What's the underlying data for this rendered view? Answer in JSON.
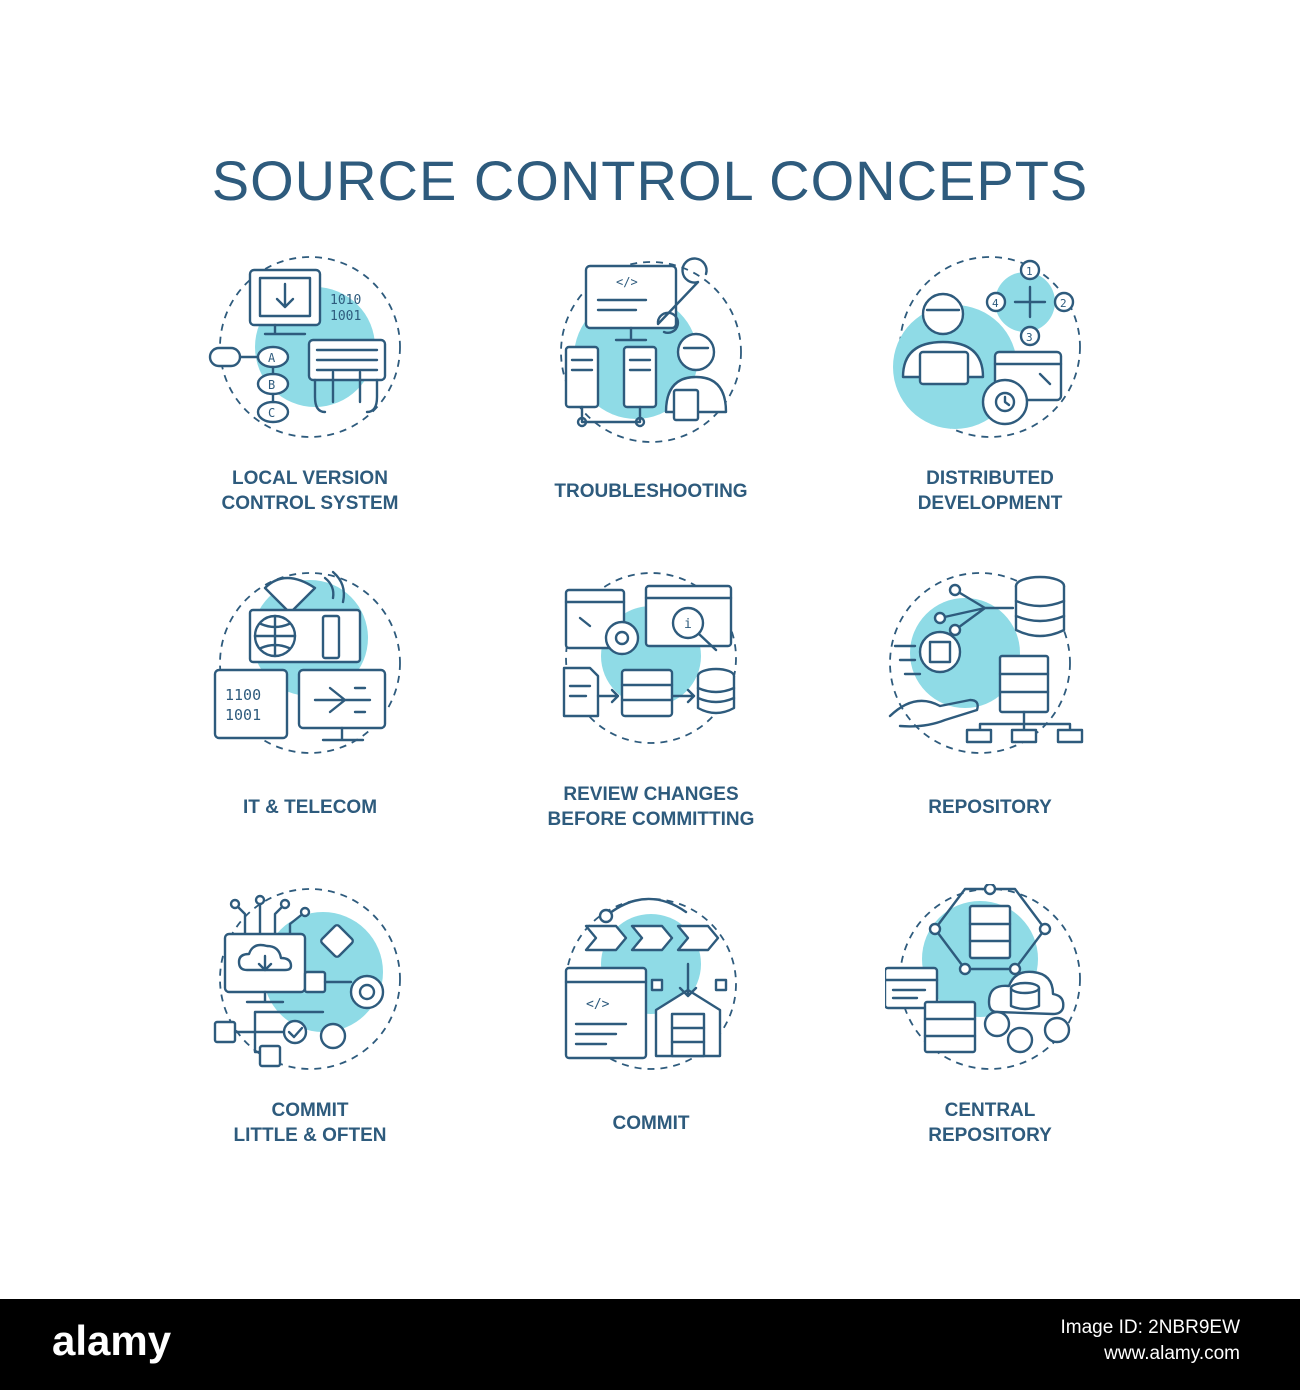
{
  "title": "SOURCE CONTROL CONCEPTS",
  "items": [
    {
      "lines": [
        "LOCAL VERSION",
        "CONTROL SYSTEM"
      ],
      "icon": "local-version-control-icon"
    },
    {
      "lines": [
        "TROUBLESHOOTING"
      ],
      "icon": "troubleshooting-icon"
    },
    {
      "lines": [
        "DISTRIBUTED",
        "DEVELOPMENT"
      ],
      "icon": "distributed-development-icon"
    },
    {
      "lines": [
        "IT & TELECOM"
      ],
      "icon": "it-telecom-icon"
    },
    {
      "lines": [
        "REVIEW CHANGES",
        "BEFORE COMMITTING"
      ],
      "icon": "review-changes-icon"
    },
    {
      "lines": [
        "REPOSITORY"
      ],
      "icon": "repository-icon"
    },
    {
      "lines": [
        "COMMIT",
        "LITTLE & OFTEN"
      ],
      "icon": "commit-little-often-icon"
    },
    {
      "lines": [
        "COMMIT"
      ],
      "icon": "commit-icon"
    },
    {
      "lines": [
        "CENTRAL",
        "REPOSITORY"
      ],
      "icon": "central-repository-icon"
    }
  ],
  "icon_text": {
    "binary_a": "1010",
    "binary_b": "1001",
    "node_a": "A",
    "node_b": "B",
    "node_c": "C",
    "code_tag": "</>",
    "step_1": "1",
    "step_2": "2",
    "step_3": "3",
    "step_4": "4",
    "binary_c": "1100",
    "binary_d": "1001",
    "info": "i"
  },
  "colors": {
    "accent": "#8fdbe6",
    "ink": "#2e5b7d",
    "background": "#ffffff",
    "footer": "#000000"
  },
  "footer": {
    "brand": "alamy",
    "image_id_line": "Image ID: 2NBR9EW",
    "site_line": "www.alamy.com"
  }
}
